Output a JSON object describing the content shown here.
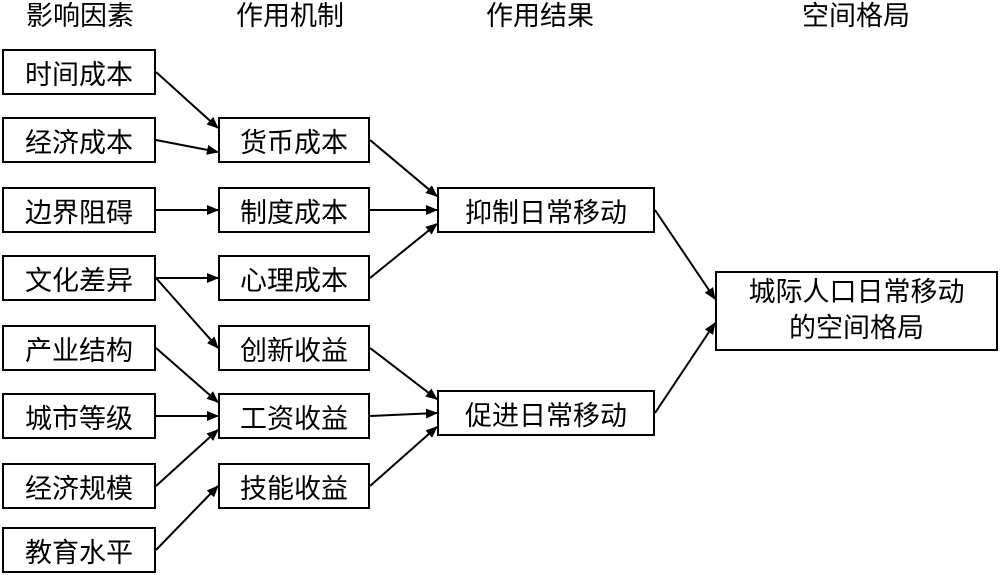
{
  "headers": {
    "factors": "影响因素",
    "mechanism": "作用机制",
    "result": "作用结果",
    "pattern": "空间格局"
  },
  "factors": [
    "时间成本",
    "经济成本",
    "边界阻碍",
    "文化差异",
    "产业结构",
    "城市等级",
    "经济规模",
    "教育水平"
  ],
  "mechanisms": [
    "货币成本",
    "制度成本",
    "心理成本",
    "创新收益",
    "工资收益",
    "技能收益"
  ],
  "results": [
    "抑制日常移动",
    "促进日常移动"
  ],
  "pattern": {
    "line1": "城际人口日常移动",
    "line2": "的空间格局"
  },
  "links": [
    [
      "factor-0",
      "mech-0"
    ],
    [
      "factor-1",
      "mech-0"
    ],
    [
      "factor-2",
      "mech-1"
    ],
    [
      "factor-3",
      "mech-2"
    ],
    [
      "factor-3",
      "mech-3"
    ],
    [
      "factor-4",
      "mech-4"
    ],
    [
      "factor-5",
      "mech-4"
    ],
    [
      "factor-6",
      "mech-4"
    ],
    [
      "factor-7",
      "mech-5"
    ],
    [
      "mech-0",
      "result-0"
    ],
    [
      "mech-1",
      "result-0"
    ],
    [
      "mech-2",
      "result-0"
    ],
    [
      "mech-3",
      "result-1"
    ],
    [
      "mech-4",
      "result-1"
    ],
    [
      "mech-5",
      "result-1"
    ],
    [
      "result-0",
      "pattern"
    ],
    [
      "result-1",
      "pattern"
    ]
  ]
}
